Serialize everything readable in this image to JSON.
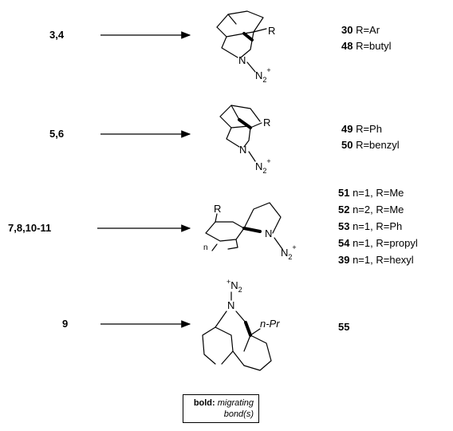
{
  "rows": [
    {
      "start": "3,4",
      "labels": [
        {
          "num": "30",
          "text": " R=Ar"
        },
        {
          "num": "48",
          "text": " R=butyl"
        }
      ],
      "substituent": "R"
    },
    {
      "start": "5,6",
      "labels": [
        {
          "num": "49",
          "text": " R=Ph"
        },
        {
          "num": "50",
          "text": " R=benzyl"
        }
      ],
      "substituent": "R"
    },
    {
      "start": "7,8,10-11",
      "labels": [
        {
          "num": "51",
          "text": " n=1, R=Me"
        },
        {
          "num": "52",
          "text": " n=2, R=Me"
        },
        {
          "num": "53",
          "text": " n=1, R=Ph"
        },
        {
          "num": "54",
          "text": " n=1, R=propyl"
        },
        {
          "num": "39",
          "text": " n=1, R=hexyl"
        }
      ],
      "substituent": "R",
      "ring_index": "n"
    },
    {
      "start": "9",
      "labels": [
        {
          "num": "55",
          "text": ""
        }
      ],
      "substituent": "n-Pr"
    }
  ],
  "atoms": {
    "nitrogen": "N",
    "diazo_main": "N",
    "diazo_sub": "2",
    "charge": "+"
  },
  "legend": {
    "bold_word": "bold:",
    "rest_line1": " migrating",
    "rest_line2": "bond(s)"
  }
}
